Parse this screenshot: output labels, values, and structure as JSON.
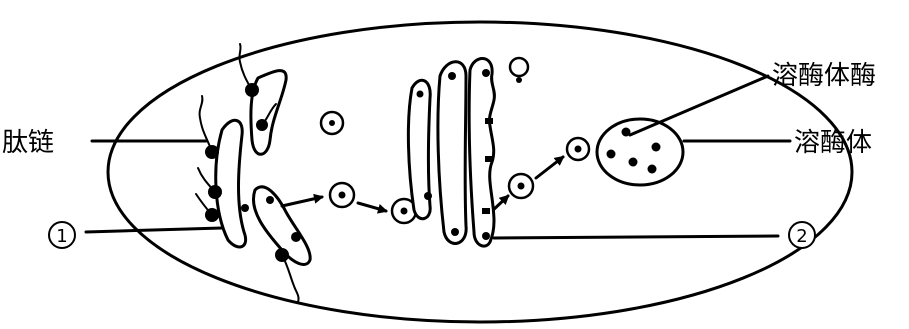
{
  "labels": {
    "peptide_chain": "肽链",
    "marker_1": "①",
    "marker_2": "②",
    "lysosomal_enzyme": "溶酶体酶",
    "lysosome": "溶酶体"
  }
}
